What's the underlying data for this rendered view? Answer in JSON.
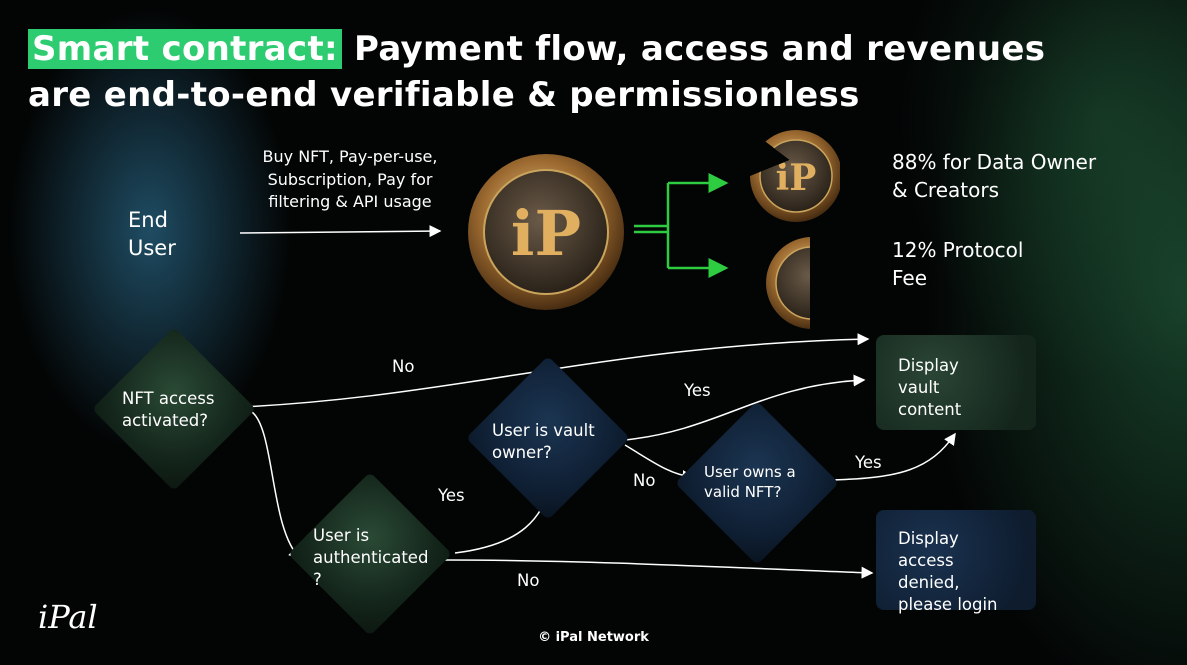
{
  "title": {
    "highlight": "Smart contract:",
    "rest_line1": " Payment flow, access and revenues",
    "line2": "are end-to-end verifiable & permissionless"
  },
  "payment": {
    "end_user_line1": "End",
    "end_user_line2": "User",
    "methods": [
      "Buy NFT, Pay-per-use,",
      "Subscription, Pay for",
      "filtering & API usage"
    ],
    "coin_glyph": "iP",
    "split_owner": [
      "88% for Data Owner",
      "& Creators"
    ],
    "split_protocol": [
      "12% Protocol",
      "Fee"
    ],
    "arrow_color": "#2ecc40"
  },
  "flow": {
    "nft_access": [
      "NFT access",
      "activated?"
    ],
    "authenticated": [
      "User is",
      "authenticated",
      "?"
    ],
    "vault_owner": [
      "User is vault",
      "owner?"
    ],
    "owns_nft": [
      "User owns a",
      "valid NFT?"
    ],
    "display_content": [
      "Display",
      "vault",
      "content"
    ],
    "display_denied": [
      "Display",
      "access",
      "denied,",
      "please login"
    ],
    "labels": {
      "no_top": "No",
      "yes_auth": "Yes",
      "no_auth": "No",
      "yes_owner": "Yes",
      "no_owner": "No",
      "yes_nft": "Yes"
    }
  },
  "footer": {
    "copyright": "© iPal Network",
    "logo": "iPal"
  }
}
